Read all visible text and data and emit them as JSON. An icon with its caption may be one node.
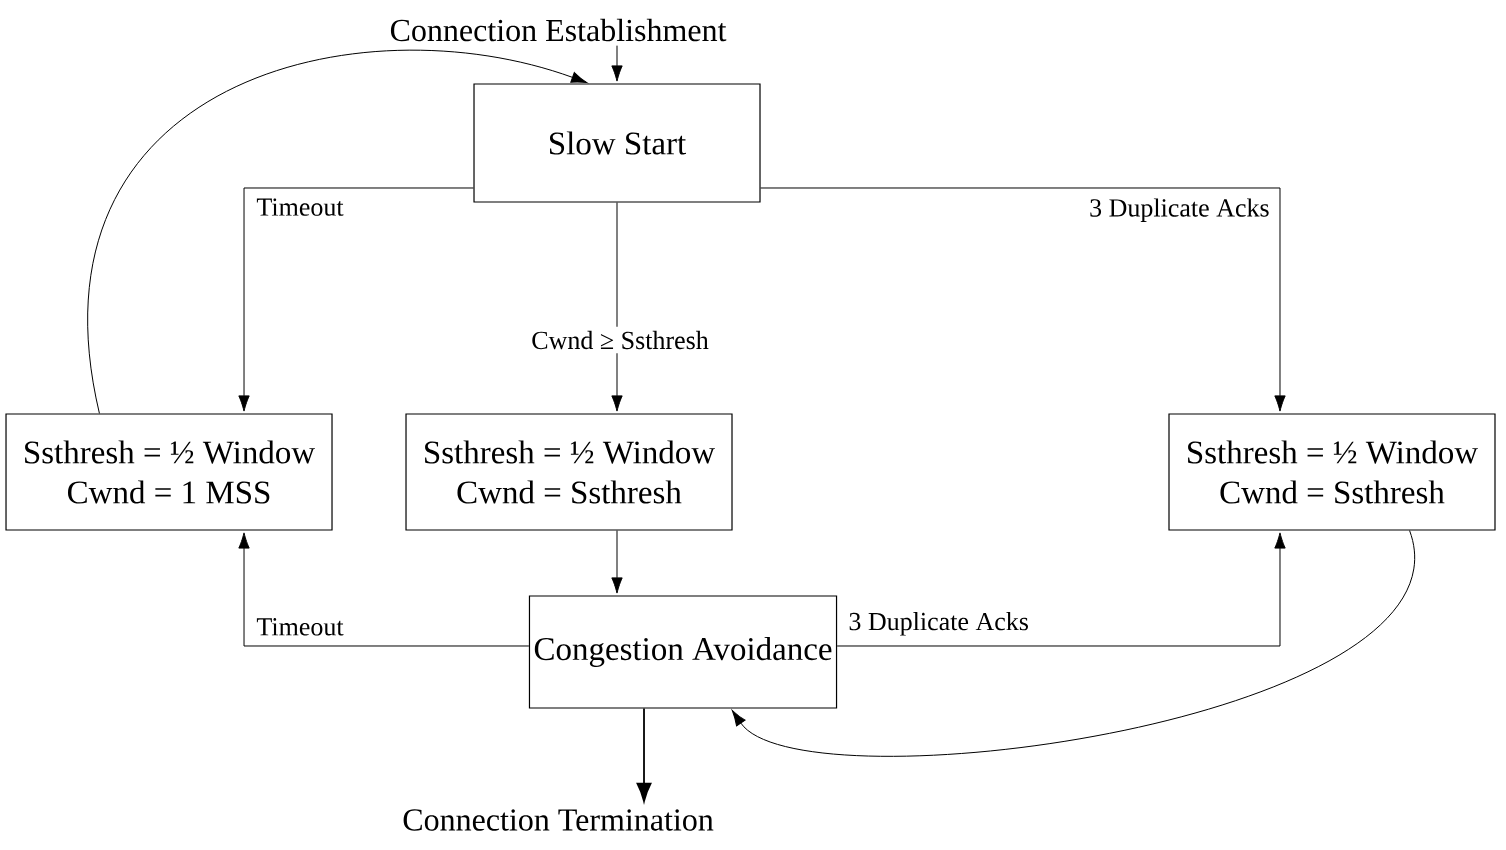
{
  "diagram": {
    "nodes": [
      {
        "text": [
          "Connection Establishment"
        ]
      },
      {
        "text": [
          "Slow Start"
        ]
      },
      {
        "text": [
          "Ssthresh = ½ Window",
          "Cwnd = 1 MSS"
        ]
      },
      {
        "text": [
          "Ssthresh = ½ Window",
          "Cwnd = Ssthresh"
        ]
      },
      {
        "text": [
          "Ssthresh = ½ Window",
          "Cwnd = Ssthresh"
        ]
      },
      {
        "text": [
          "Congestion Avoidance"
        ]
      },
      {
        "text": [
          "Connection Termination"
        ]
      }
    ],
    "edges": [
      {
        "from": 0,
        "to": 1,
        "arrow": "to"
      },
      {
        "from": 1,
        "to": 2,
        "arrow": "to",
        "label": "Timeout"
      },
      {
        "from": 1,
        "to": 3,
        "arrow": "to",
        "label": "Cwnd ≥ Ssthresh"
      },
      {
        "from": 1,
        "to": 4,
        "arrow": "to",
        "label": "3 Duplicate Acks"
      },
      {
        "from": 2,
        "to": 1,
        "arrow": "to"
      },
      {
        "from": 3,
        "to": 5,
        "arrow": "to"
      },
      {
        "from": 5,
        "to": 2,
        "arrow": "to",
        "label": "Timeout"
      },
      {
        "from": 5,
        "to": 4,
        "arrow": "to",
        "label": "3 Duplicate Acks"
      },
      {
        "from": 4,
        "to": 5,
        "arrow": "to"
      },
      {
        "from": 5,
        "to": 6,
        "arrow": "to"
      }
    ]
  }
}
